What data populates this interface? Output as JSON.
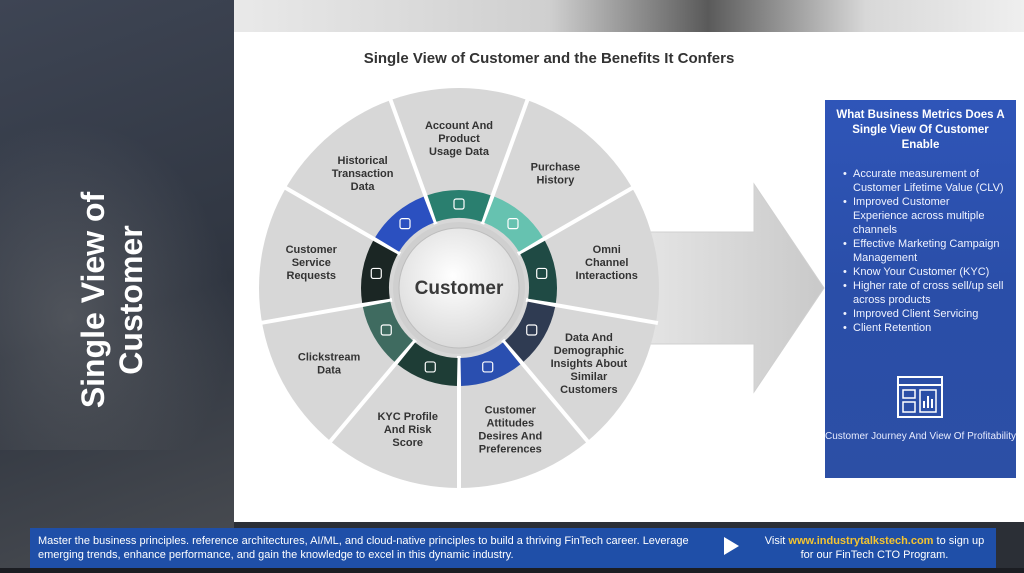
{
  "sidebar": {
    "title_line1": "Single View of",
    "title_line2": "Customer"
  },
  "slide": {
    "title": "Single View of Customer and the Benefits It Confers",
    "center_label": "Customer",
    "segments": [
      {
        "line1": "Account And",
        "line2": "Product",
        "line3": "Usage Data",
        "icon": "data-table-icon"
      },
      {
        "line1": "Purchase",
        "line2": "History",
        "line3": "",
        "icon": "receipt-icon"
      },
      {
        "line1": "Omni",
        "line2": "Channel",
        "line3": "Interactions",
        "icon": "channels-icon"
      },
      {
        "line1": "Data And",
        "line2": "Demographic",
        "line3": "Insights About",
        "line4": "Similar",
        "line5": "Customers",
        "icon": "network-icon"
      },
      {
        "line1": "Customer",
        "line2": "Attitudes",
        "line3": "Desires And",
        "line4": "Preferences",
        "icon": "face-icon"
      },
      {
        "line1": "KYC Profile",
        "line2": "And Risk",
        "line3": "Score",
        "icon": "id-card-icon"
      },
      {
        "line1": "Clickstream",
        "line2": "Data",
        "line3": "",
        "icon": "cursor-icon"
      },
      {
        "line1": "Customer",
        "line2": "Service",
        "line3": "Requests",
        "icon": "headset-icon"
      },
      {
        "line1": "Historical",
        "line2": "Transaction",
        "line3": "Data",
        "icon": "transaction-icon"
      }
    ],
    "ring_colors": [
      "#2a7f6f",
      "#66c2b0",
      "#1f4a44",
      "#2f3b52",
      "#2a4fb0",
      "#1e3d36",
      "#3f6b60",
      "#1b2624",
      "#2b50c0"
    ]
  },
  "metrics": {
    "title": "What Business Metrics Does A Single View Of Customer Enable",
    "items": [
      "Accurate measurement of Customer Lifetime Value (CLV)",
      "Improved Customer Experience across multiple channels",
      "Effective Marketing Campaign Management",
      "Know Your Customer (KYC)",
      "Higher rate of cross sell/up sell across products",
      "Improved Client Servicing",
      "Client Retention"
    ],
    "icon": "journey-dashboard-icon",
    "icon_label": "Customer Journey And View Of Profitability"
  },
  "footer": {
    "message": "Master the business principles. reference architectures, AI/ML, and cloud-native principles to build a thriving FinTech career. Leverage emerging trends, enhance performance, and gain the knowledge to excel in this dynamic industry.",
    "cta_prefix": "Visit ",
    "cta_url": "www.industrytalkstech.com",
    "cta_suffix": " to sign up for our FinTech CTO Program."
  }
}
